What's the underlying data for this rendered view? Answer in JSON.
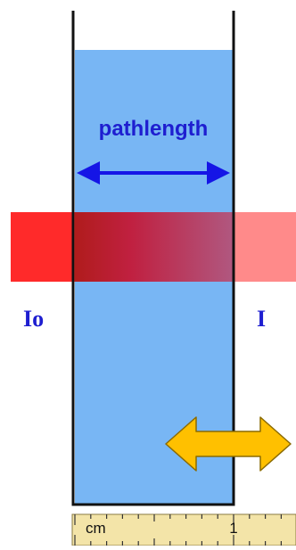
{
  "diagram": {
    "pathlength_label": "pathlength",
    "incident_label": "Io",
    "transmitted_label": "I",
    "ruler": {
      "unit_label": "cm",
      "tick_label": "1"
    }
  },
  "colors": {
    "liquid": "#78b6f4",
    "cuvette_wall": "#111111",
    "arrow_blue": "#1515e6",
    "label_blue": "#1e1ed0",
    "beam_left": "#ff2a2a",
    "beam_mid": "#c02040",
    "beam_right": "#ff8080",
    "move_arrow_fill": "#ffc000",
    "move_arrow_stroke": "#8a6a00",
    "ruler_fill": "#f3e4a8"
  }
}
